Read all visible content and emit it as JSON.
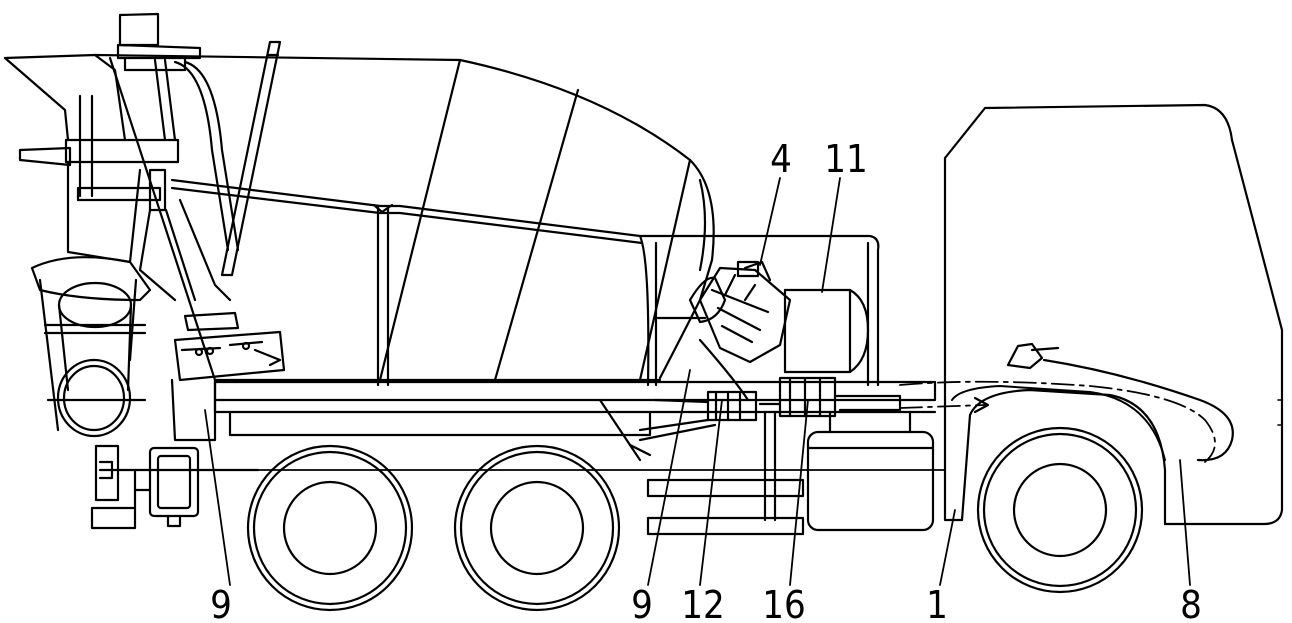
{
  "diagram": {
    "callouts": [
      {
        "id": "c9a",
        "label": "9"
      },
      {
        "id": "c9b",
        "label": "9"
      },
      {
        "id": "c12",
        "label": "12"
      },
      {
        "id": "c16",
        "label": "16"
      },
      {
        "id": "c1",
        "label": "1"
      },
      {
        "id": "c8",
        "label": "8"
      },
      {
        "id": "c4",
        "label": "4"
      },
      {
        "id": "c11",
        "label": "11"
      }
    ]
  }
}
